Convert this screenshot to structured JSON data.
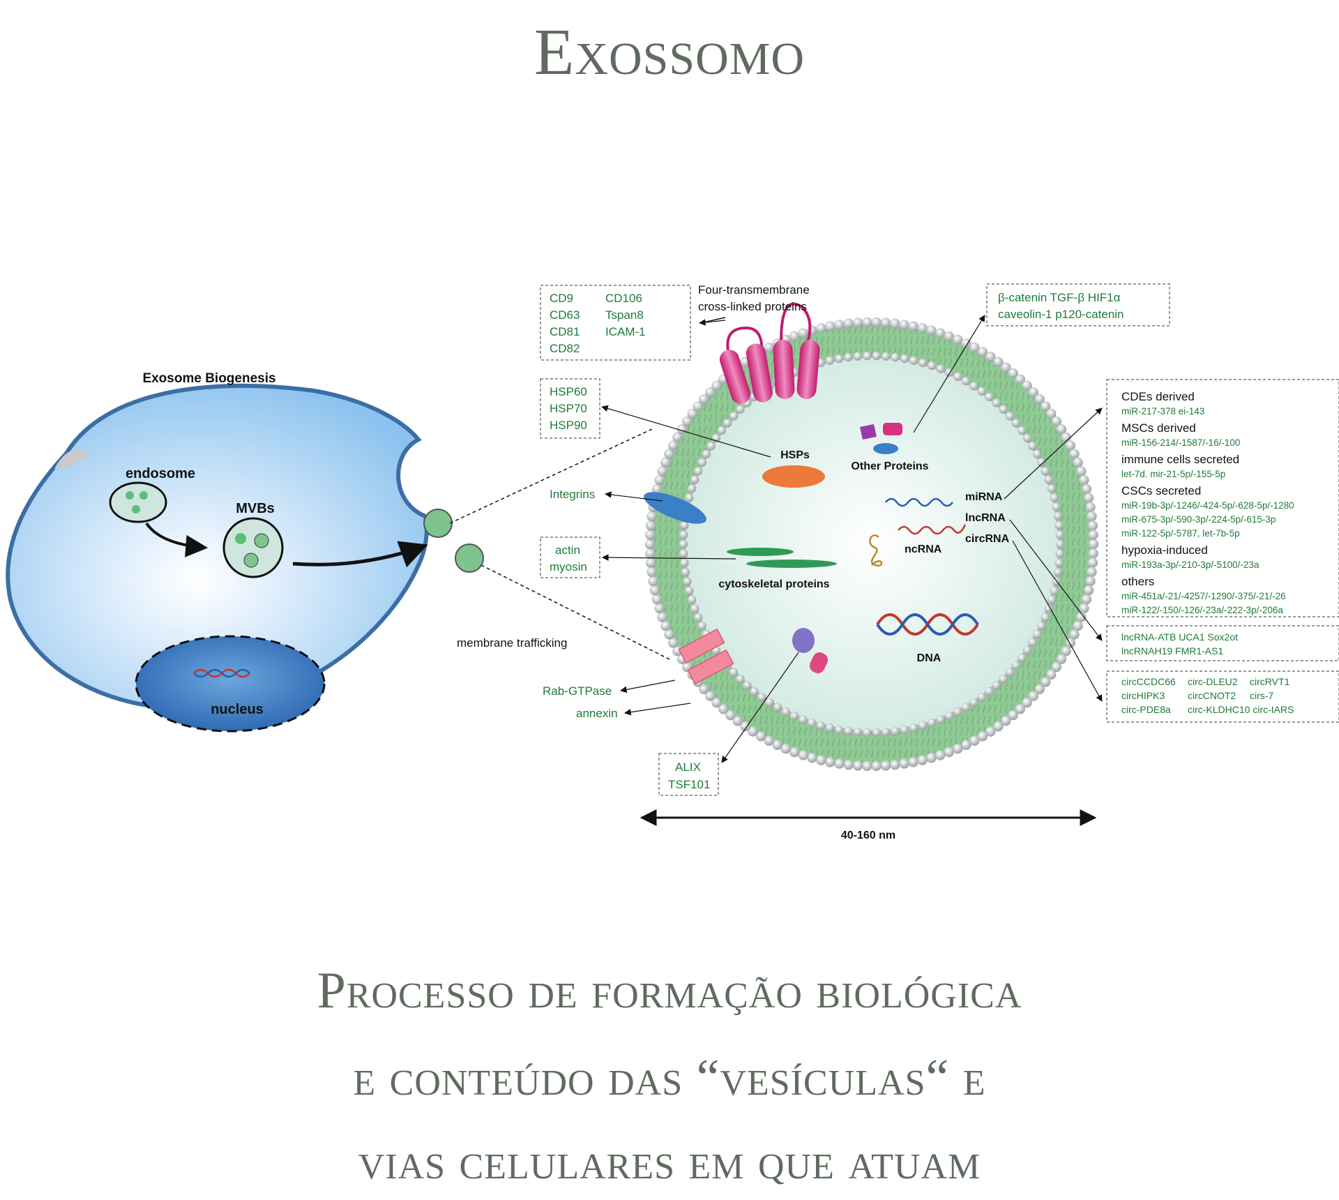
{
  "title": "Exossomo",
  "subtitle_lines": [
    "Processo de formação biológica",
    "e conteúdo das “vesículas“ e",
    "vias celulares em que atuam"
  ],
  "biogenesis": {
    "heading": "Exosome Biogenesis",
    "endosome": "endosome",
    "mvbs": "MVBs",
    "nucleus": "nucleus",
    "membrane_trafficking": "membrane trafficking"
  },
  "tetraspanins": {
    "col1": [
      "CD9",
      "CD63",
      "CD81",
      "CD82"
    ],
    "col2": [
      "CD106",
      "Tspan8",
      "ICAM-1"
    ],
    "label_line1": "Four-transmembrane",
    "label_line2": "cross-linked proteins"
  },
  "hsp_box": [
    "HSP60",
    "HSP70",
    "HSP90"
  ],
  "other_proteins_box": {
    "line1": "β-catenin  TGF-β  HIF1α",
    "line2": "caveolin-1  p120-catenin"
  },
  "left_labels": {
    "integrins": "Integrins",
    "actin": "actin",
    "myosin": "myosin",
    "rab": "Rab-GTPase",
    "annexin": "annexin",
    "alix": "ALIX",
    "tsf": "TSF101"
  },
  "inner_labels": {
    "hsps": "HSPs",
    "other_proteins": "Other Proteins",
    "cytoskeletal": "cytoskeletal proteins",
    "mirna": "miRNA",
    "lncrna": "lncRNA",
    "circrna": "circRNA",
    "ncrna": "ncRNA",
    "dna": "DNA"
  },
  "mirna_box": [
    {
      "heading": "CDEs derived",
      "items": [
        "miR-217-378 ei-143"
      ]
    },
    {
      "heading": "MSCs derived",
      "items": [
        "miR-156-214/-1587/-16/-100"
      ]
    },
    {
      "heading": "immune cells secreted",
      "items": [
        "let-7d. mir-21-5p/-155-5p"
      ]
    },
    {
      "heading": "CSCs secreted",
      "items": [
        "miR-19b-3p/-1246/-424-5p/-628-5p/-1280",
        "miR-675-3p/-590-3p/-224-5p/-615-3p",
        "miR-122-5p/-5787, let-7b-5p"
      ]
    },
    {
      "heading": "hypoxia-induced",
      "items": [
        "miR-193a-3p/-210-3p/-5100/-23a"
      ]
    },
    {
      "heading": "others",
      "items": [
        "miR-451a/-21/-4257/-1290/-375/-21/-26",
        "miR-122/-150/-126/-23a/-222-3p/-206a"
      ]
    }
  ],
  "lncrna_box": [
    "lncRNA-ATB  UCA1  Sox2ot",
    "lncRNAH19  FMR1-AS1"
  ],
  "circrna_box": [
    [
      "circCCDC66",
      "circ-DLEU2",
      "circRVT1"
    ],
    [
      "circHIPK3",
      "circCNOT2",
      "cirs-7"
    ],
    [
      "circ-PDE8a",
      "circ-KLDHC10 circ-IARS"
    ]
  ],
  "size_label": "40-160 nm",
  "colors": {
    "title": "#5f6b5e",
    "label_green": "#1f7a3a",
    "membrane": "#8fca95",
    "cell_border": "#3b6ea5"
  }
}
